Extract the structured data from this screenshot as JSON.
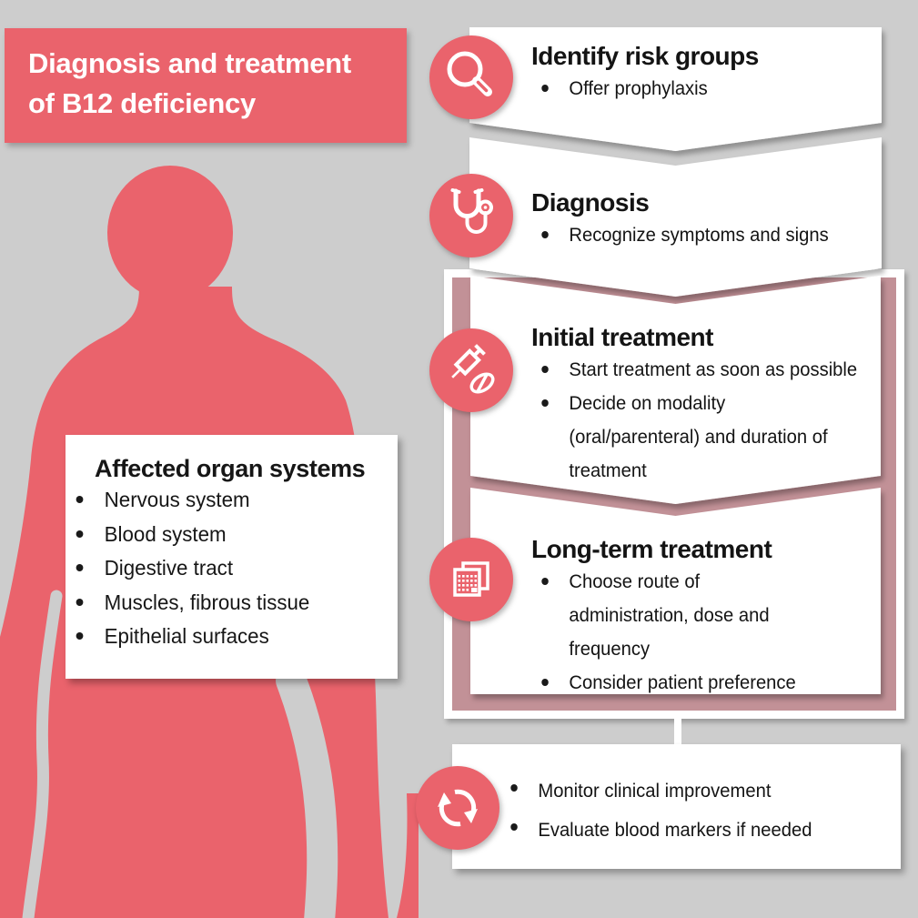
{
  "title": {
    "line1": "Diagnosis and treatment",
    "line2": "of B12 deficiency"
  },
  "affected_organs": {
    "heading": "Affected organ systems",
    "items": [
      "Nervous system",
      "Blood system",
      "Digestive tract",
      "Muscles, fibrous tissue",
      "Epithelial surfaces"
    ]
  },
  "steps": [
    {
      "heading": "Identify risk groups",
      "icon": "magnifier-icon",
      "bullets": [
        "Offer prophylaxis"
      ]
    },
    {
      "heading": "Diagnosis",
      "icon": "stethoscope-icon",
      "bullets": [
        "Recognize symptoms and signs"
      ]
    },
    {
      "heading": "Initial treatment",
      "icon": "syringe-pill-icon",
      "bullets": [
        "Start treatment as soon as possible",
        "Decide on modality (oral/parenteral) and duration of treatment"
      ]
    },
    {
      "heading": "Long-term treatment",
      "icon": "calendar-icon",
      "bullets": [
        "Choose route of administration, dose and frequency",
        "Consider patient preference"
      ]
    }
  ],
  "followup": {
    "icon": "cycle-arrows-icon",
    "bullets": [
      "Monitor clinical improvement",
      "Evaluate blood markers if needed"
    ]
  },
  "colors": {
    "coral": "#ea636c",
    "background": "#cdcdcd",
    "rose_band": "#c29197",
    "box_white": "#ffffff",
    "text": "#161616"
  }
}
